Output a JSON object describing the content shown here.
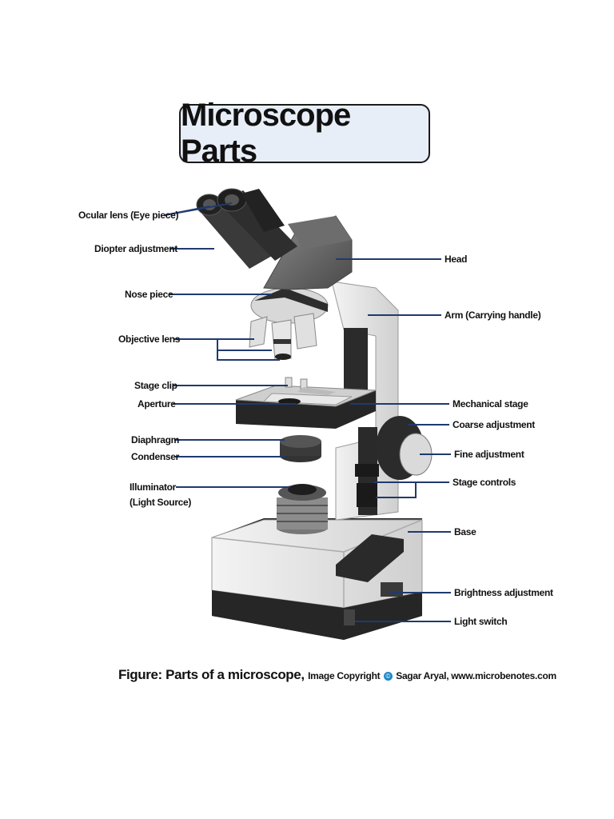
{
  "title": "Microscope Parts",
  "labels": {
    "ocular_lens": "Ocular lens (Eye piece)",
    "diopter_adjustment": "Diopter adjustment",
    "nose_piece": "Nose piece",
    "objective_lens": "Objective lens",
    "stage_clip": "Stage clip",
    "aperture": "Aperture",
    "diaphragm": "Diaphragm",
    "condenser": "Condenser",
    "illuminator": "Illuminator",
    "light_source": "(Light Source)",
    "head": "Head",
    "arm": "Arm (Carrying handle)",
    "mechanical_stage": "Mechanical stage",
    "coarse_adjustment": "Coarse adjustment",
    "fine_adjustment": "Fine adjustment",
    "stage_controls": "Stage controls",
    "base": "Base",
    "brightness_adjustment": "Brightness adjustment",
    "light_switch": "Light switch"
  },
  "caption": {
    "figure": "Figure: Parts of a microscope,",
    "copyright_prefix": "Image Copyright",
    "copyright_symbol": "©",
    "author_site": "Sagar Aryal, www.microbenotes.com"
  },
  "colors": {
    "leader_line": "#1f3a6e",
    "title_bg": "#e8eef8",
    "body_light": "#e4e4e4",
    "body_dark": "#2e2e2e"
  }
}
